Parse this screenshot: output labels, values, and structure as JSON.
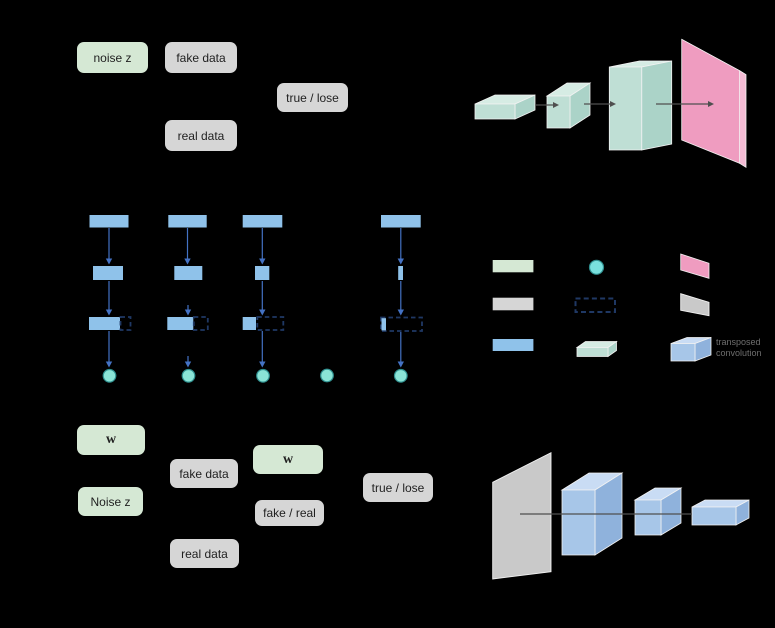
{
  "colors": {
    "background": "#000000",
    "green_box": "#d5e8d4",
    "gray_box": "#d6d6d6",
    "blue_bar": "#8fc2ea",
    "arrow_blue": "#4472c4",
    "dash_navy": "#1f3864",
    "circle_fill": "#8ae4d6",
    "legend_circle": "#79e0de",
    "circle_stroke": "#2f8f8f",
    "mint_front": "#bfdfd5",
    "mint_top": "#d6ece4",
    "mint_side": "#abd3c8",
    "pink_front": "#ef9cc0",
    "pink_side": "#f5bcd5",
    "gray_plane": "#c9c9c9",
    "blue3d_front": "#a7c6e8",
    "blue3d_top": "#c9dcf4",
    "blue3d_side": "#8fb2dc",
    "dark_arrow": "#4f4f4f",
    "text_dark": "#1f1f1f",
    "text_gray": "#6e6e6e",
    "edge_white": "#f2f2f2"
  },
  "gan_flow": {
    "noise": "noise z",
    "fake_data": "fake data",
    "output": "true / lose",
    "real_data": "real data"
  },
  "wgan_flow": {
    "weights_top": "w",
    "noise": "Noise z",
    "fake_data": "fake data",
    "weights_right": "w",
    "critic_output": "fake / real",
    "real_data": "real data",
    "output": "true / lose"
  },
  "legend": {
    "transposed_convolution_label": "transposed convolution"
  }
}
